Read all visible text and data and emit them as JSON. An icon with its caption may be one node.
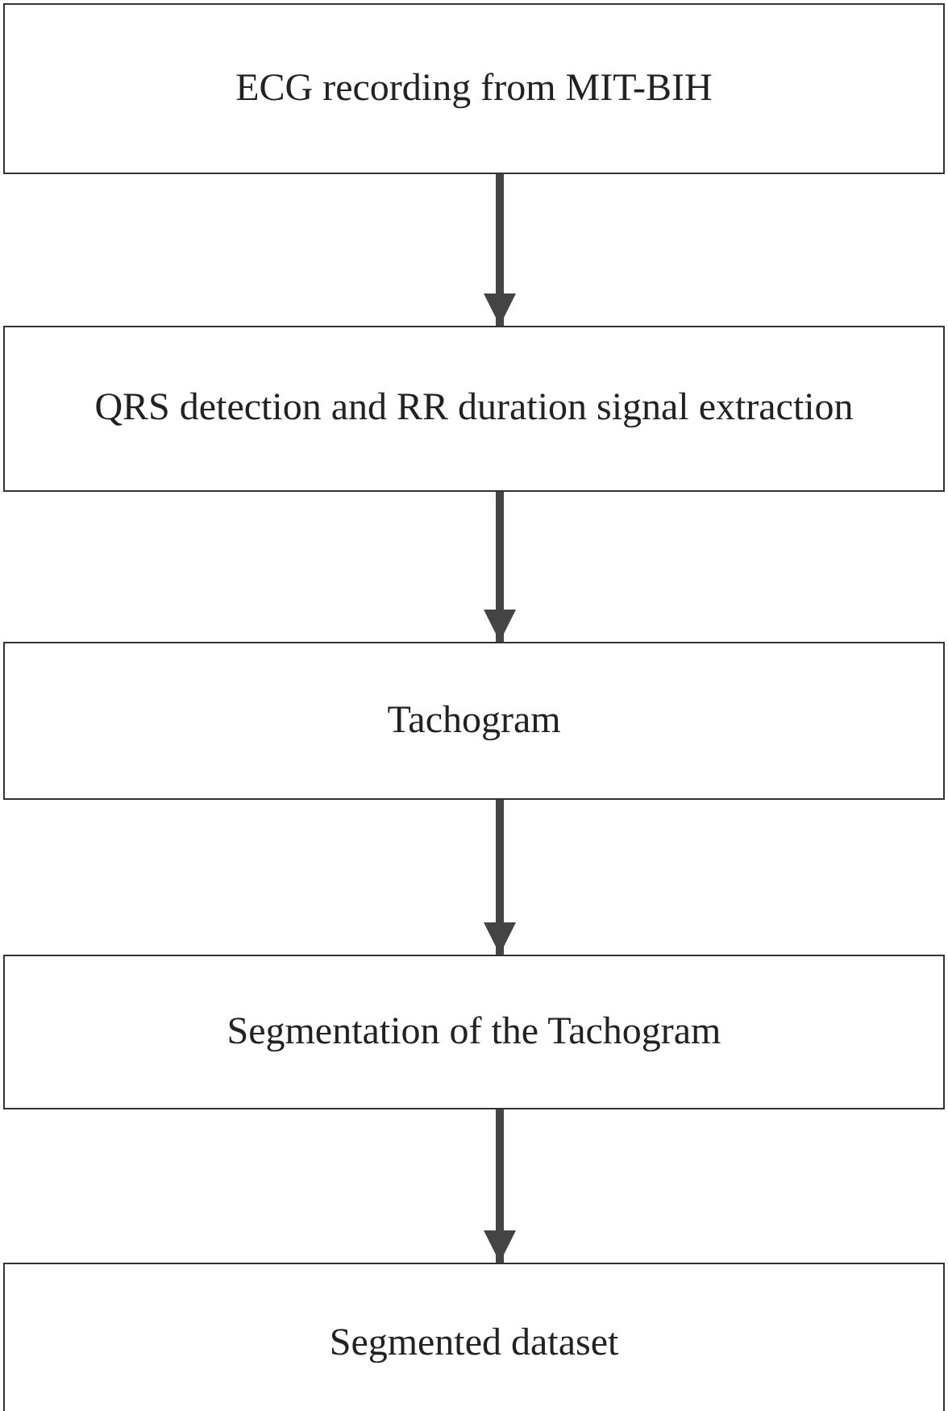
{
  "diagram": {
    "nodes": [
      {
        "text": [
          "ECG recording from MIT-BIH"
        ]
      },
      {
        "text": [
          "QRS detection and RR duration signal extraction"
        ]
      },
      {
        "text": [
          "Tachogram"
        ]
      },
      {
        "text": [
          "Segmentation of the Tachogram"
        ]
      },
      {
        "text": [
          "Segmented dataset"
        ]
      }
    ],
    "edges": [
      {
        "from": 0,
        "to": 1,
        "arrow": "to"
      },
      {
        "from": 1,
        "to": 2,
        "arrow": "to"
      },
      {
        "from": 2,
        "to": 3,
        "arrow": "to"
      },
      {
        "from": 3,
        "to": 4,
        "arrow": "to"
      }
    ]
  }
}
